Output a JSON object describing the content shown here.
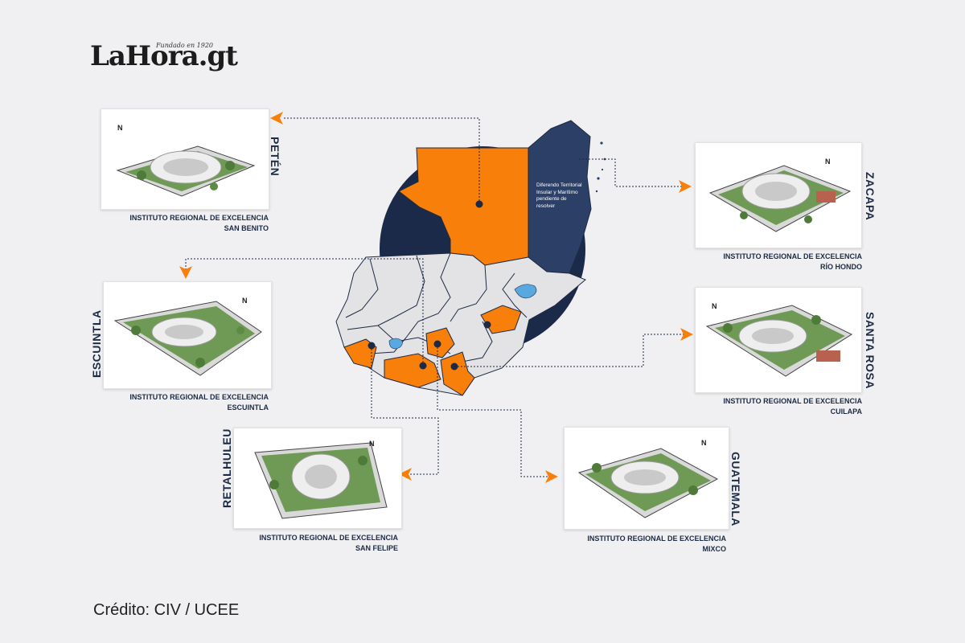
{
  "logo": {
    "text": "LaHora.gt",
    "tagline": "Fundado en 1920"
  },
  "credit": "Crédito: CIV / UCEE",
  "map": {
    "dispute_note": "Diferendo Territorial Insular y Marítimo pendiente de resolver",
    "colors": {
      "highlight": "#f77f0a",
      "belize": "#1c2a4a",
      "land": "#e3e3e6",
      "lake": "#5aa8e0",
      "border": "#1d2a44"
    }
  },
  "cards": [
    {
      "id": "peten",
      "department": "PETÉN",
      "caption_line1": "INSTITUTO REGIONAL DE EXCELENCIA",
      "caption_line2": "SAN BENITO",
      "north": "N"
    },
    {
      "id": "zacapa",
      "department": "ZACAPA",
      "caption_line1": "INSTITUTO REGIONAL DE EXCELENCIA",
      "caption_line2": "RÍO HONDO",
      "north": "N"
    },
    {
      "id": "escuintla",
      "department": "ESCUINTLA",
      "caption_line1": "INSTITUTO REGIONAL DE EXCELENCIA",
      "caption_line2": "ESCUINTLA",
      "north": "N"
    },
    {
      "id": "santa-rosa",
      "department": "SANTA ROSA",
      "caption_line1": "INSTITUTO REGIONAL DE EXCELENCIA",
      "caption_line2": "CUILAPA",
      "north": "N"
    },
    {
      "id": "retalhuleu",
      "department": "RETALHULEU",
      "caption_line1": "INSTITUTO REGIONAL DE EXCELENCIA",
      "caption_line2": "SAN FELIPE",
      "north": "N"
    },
    {
      "id": "guatemala",
      "department": "GUATEMALA",
      "caption_line1": "INSTITUTO REGIONAL DE EXCELENCIA",
      "caption_line2": "MIXCO",
      "north": "N"
    }
  ]
}
